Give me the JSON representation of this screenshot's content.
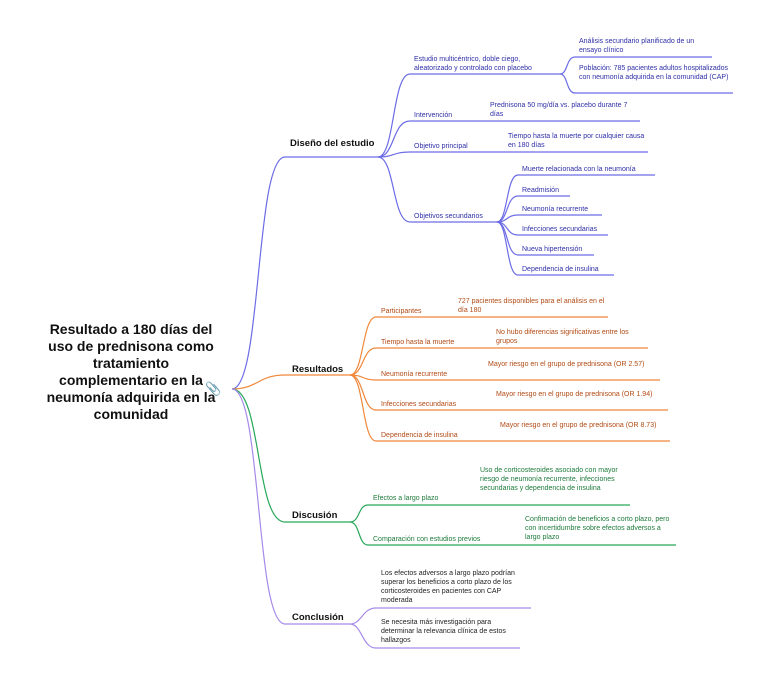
{
  "root": {
    "title": "Resultado a 180 días del uso de prednisona como tratamiento complementario en la neumonía adquirida en la comunidad"
  },
  "colors": {
    "design": "#6c6ce6",
    "results": "#f0883a",
    "discussion": "#27a85a",
    "conclusion": "#a68ae8"
  },
  "icons": {
    "attachment": "paperclip-icon"
  },
  "branches": {
    "diseno": {
      "label": "Diseño del estudio",
      "estudio": "Estudio multicéntrico, doble ciego, aleatorizado y controlado con placebo",
      "analisis": "Análisis secundario planificado de un ensayo clínico",
      "poblacion": "Población: 785 pacientes adultos hospitalizados con neumonía adquirida en la comunidad (CAP)",
      "intervencion": "Intervención",
      "intervencion_detalle": "Prednisona 50 mg/día vs. placebo durante 7 días",
      "objetivo": "Objetivo principal",
      "objetivo_detalle": "Tiempo hasta la muerte por cualquier causa en 180 días",
      "secundarios": "Objetivos secundarios",
      "sec_items": [
        "Muerte relacionada con la neumonía",
        "Readmisión",
        "Neumonía recurrente",
        "Infecciones secundarias",
        "Nueva hipertensión",
        "Dependencia de insulina"
      ]
    },
    "resultados": {
      "label": "Resultados",
      "items": [
        {
          "label": "Participantes",
          "detail": "727 pacientes disponibles para el análisis en el día 180"
        },
        {
          "label": "Tiempo hasta la muerte",
          "detail": "No hubo diferencias significativas entre los grupos"
        },
        {
          "label": "Neumonía recurrente",
          "detail": "Mayor riesgo en el grupo de prednisona (OR 2.57)"
        },
        {
          "label": "Infecciones secundarias",
          "detail": "Mayor riesgo en el grupo de prednisona (OR 1.94)"
        },
        {
          "label": "Dependencia de insulina",
          "detail": "Mayor riesgo en el grupo de prednisona (OR 8.73)"
        }
      ]
    },
    "discusion": {
      "label": "Discusión",
      "items": [
        {
          "label": "Efectos a largo plazo",
          "detail": "Uso de corticosteroides asociado con mayor riesgo de neumonía recurrente, infecciones secundarias y dependencia de insulina"
        },
        {
          "label": "Comparación con estudios previos",
          "detail": "Confirmación de beneficios a corto plazo, pero con incertidumbre sobre efectos adversos a largo plazo"
        }
      ]
    },
    "conclusion": {
      "label": "Conclusión",
      "items": [
        "Los efectos adversos a largo plazo podrían superar los beneficios a corto plazo de los corticosteroides en pacientes con CAP moderada",
        "Se necesita más investigación para determinar la relevancia clínica de estos hallazgos"
      ]
    }
  }
}
